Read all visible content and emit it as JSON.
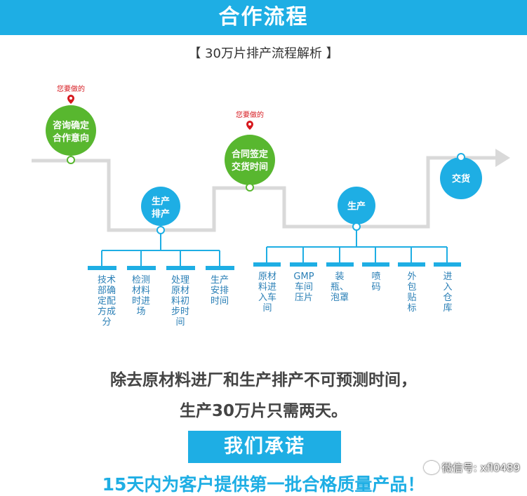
{
  "header": {
    "title": "合作流程"
  },
  "subtitle": "【 30万片排产流程解析 】",
  "pins": [
    {
      "label": "您要做的"
    },
    {
      "label": "您要做的"
    }
  ],
  "circles": [
    {
      "line1": "咨询确定",
      "line2": "合作意向",
      "color": "#58b72f"
    },
    {
      "line1": "生产",
      "line2": "排产",
      "color": "#1eaee4"
    },
    {
      "line1": "合同签定",
      "line2": "交货时间",
      "color": "#58b72f"
    },
    {
      "line1": "生产",
      "line2": "",
      "color": "#1eaee4"
    },
    {
      "line1": "交货",
      "line2": "",
      "color": "#1eaee4"
    }
  ],
  "steps_group1": [
    "技术部确定配方成分",
    "检测材料时进场",
    "处理原材料初步时间",
    "生产安排时间"
  ],
  "steps_group2": [
    "原材料进入车间",
    "GMP车间压片",
    "装瓶、泡罩",
    "喷码",
    "外包贴标",
    "进入仓库"
  ],
  "summary": {
    "line1": "除去原材料进厂和生产排产不可预测时间，",
    "line2": "生产30万片只需两天。"
  },
  "promise": {
    "title": "我们承诺",
    "text": "15天内为客户提供第一批合格质量产品！"
  },
  "watermark": {
    "text": "微信号: xfl0489",
    "icon": "wechat-icon"
  },
  "colors": {
    "accent": "#1eaee4",
    "green": "#58b72f",
    "pin": "#d6181e",
    "line": "#d9d9d9"
  }
}
